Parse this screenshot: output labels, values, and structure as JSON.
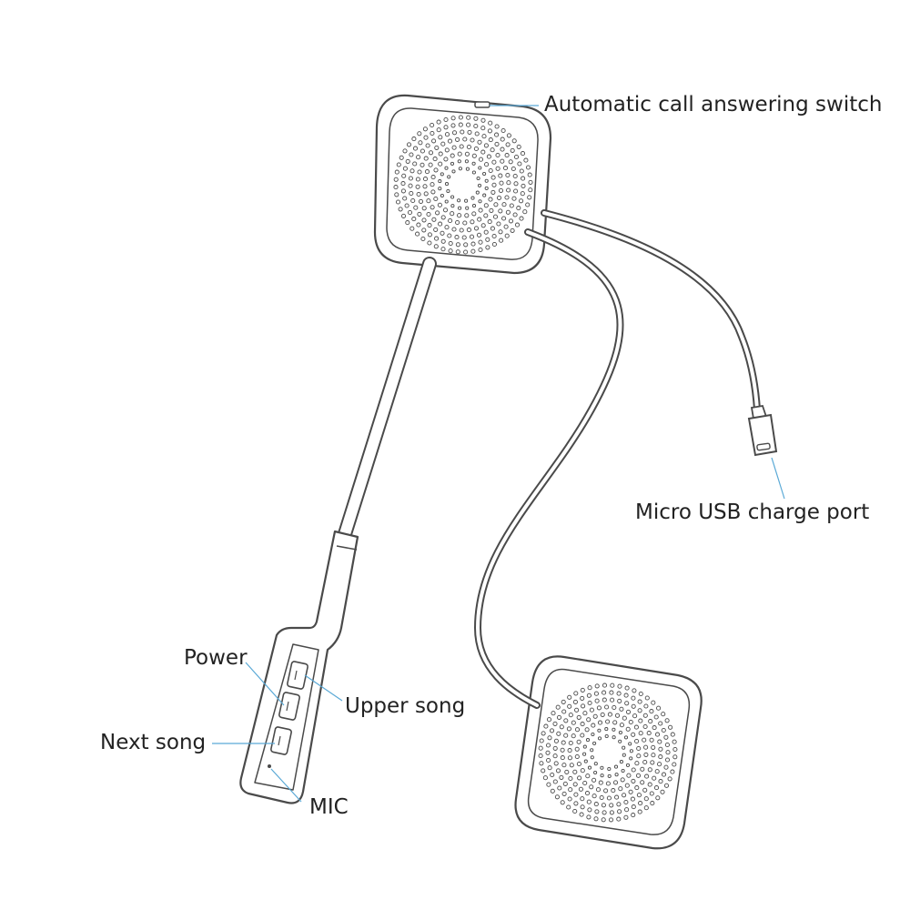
{
  "labels": {
    "auto_answer": "Automatic call answering switch",
    "usb_port": "Micro USB charge port",
    "power": "Power",
    "upper_song": "Upper song",
    "next_song": "Next song",
    "mic": "MIC"
  },
  "colors": {
    "outline": "#4a4a4a",
    "leader_line": "#5aa9d6",
    "text": "#222222",
    "background": "#ffffff"
  }
}
